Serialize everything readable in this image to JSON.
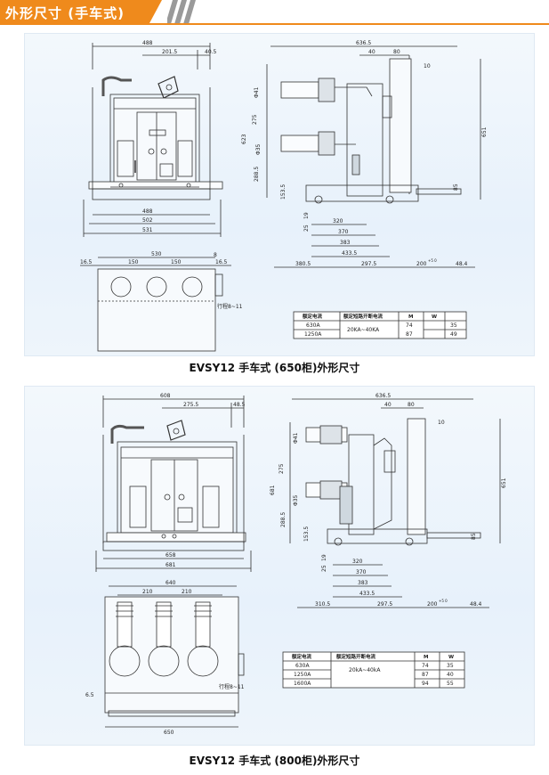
{
  "header": {
    "title": "外形尺寸 (手车式)"
  },
  "colors": {
    "accent": "#ef8a1c",
    "panel": "#e9f2fb",
    "line": "#333333"
  },
  "drawing_650": {
    "caption": "EVSY12 手车式 (650柜)外形尺寸",
    "front": {
      "dims": {
        "top_overall": "488",
        "top_half": "201.5",
        "top_edge": "40.5",
        "bottom_inner": "488",
        "bottom_mid": "502",
        "bottom_overall": "531"
      }
    },
    "side": {
      "dims": {
        "top_overall": "636.5",
        "top_a": "40",
        "top_b": "80",
        "top_c": "10",
        "left_a": "Φ41",
        "left_b": "275",
        "left_c": "623",
        "left_d": "Φ35",
        "left_e": "288.5",
        "left_f": "153.5",
        "left_g": "19",
        "left_h": "25",
        "right_a": "651",
        "right_b": "85",
        "bottom_a": "320",
        "bottom_b": "370",
        "bottom_c": "383",
        "bottom_d": "433.5",
        "bottom_e": "380.5",
        "bottom_f": "297.5",
        "bottom_g": "200",
        "bottom_g_tol": "+5 0",
        "bottom_h": "48.4"
      }
    },
    "bottom": {
      "dims": {
        "top_overall": "530",
        "edge_l": "16.5",
        "pitch_1": "150",
        "pitch_2": "150",
        "edge_r": "8",
        "edge_r2": "16.5",
        "stroke": "行程8~11"
      }
    },
    "table": {
      "headers": [
        "额定电流",
        "额定短路开断电流",
        "M",
        "W"
      ],
      "breaking": "20KA~40KA",
      "rows": [
        {
          "current": "630A",
          "m": "74",
          "w": "35"
        },
        {
          "current": "1250A",
          "m": "87",
          "w": "49"
        }
      ]
    }
  },
  "drawing_800": {
    "caption": "EVSY12 手车式 (800柜)外形尺寸",
    "front": {
      "dims": {
        "top_overall": "608",
        "top_half": "275.5",
        "top_edge": "48.5",
        "bottom_inner": "658",
        "bottom_overall": "681"
      }
    },
    "side": {
      "dims": {
        "top_overall": "636.5",
        "top_a": "40",
        "top_b": "80",
        "top_c": "10",
        "left_a": "Φ41",
        "left_b": "275",
        "left_c": "681",
        "left_d": "Φ35",
        "left_e": "288.5",
        "left_f": "153.5",
        "left_g": "19",
        "left_h": "25",
        "right_a": "651",
        "right_b": "85",
        "bottom_a": "320",
        "bottom_b": "370",
        "bottom_c": "383",
        "bottom_d": "433.5",
        "bottom_e": "310.5",
        "bottom_f": "297.5",
        "bottom_g": "200",
        "bottom_g_tol": "+5 0",
        "bottom_h": "48.4"
      }
    },
    "bottom": {
      "dims": {
        "top_overall": "640",
        "pitch_1": "210",
        "pitch_2": "210",
        "edge_l": "6.5",
        "bottom_overall": "650",
        "stroke": "行程8~11"
      }
    },
    "table": {
      "headers": [
        "额定电流",
        "额定短路开断电流",
        "M",
        "W"
      ],
      "breaking": "20kA~40kA",
      "rows": [
        {
          "current": "630A",
          "m": "74",
          "w": "35"
        },
        {
          "current": "1250A",
          "m": "87",
          "w": "40"
        },
        {
          "current": "1600A",
          "m": "94",
          "w": "55"
        }
      ]
    }
  }
}
